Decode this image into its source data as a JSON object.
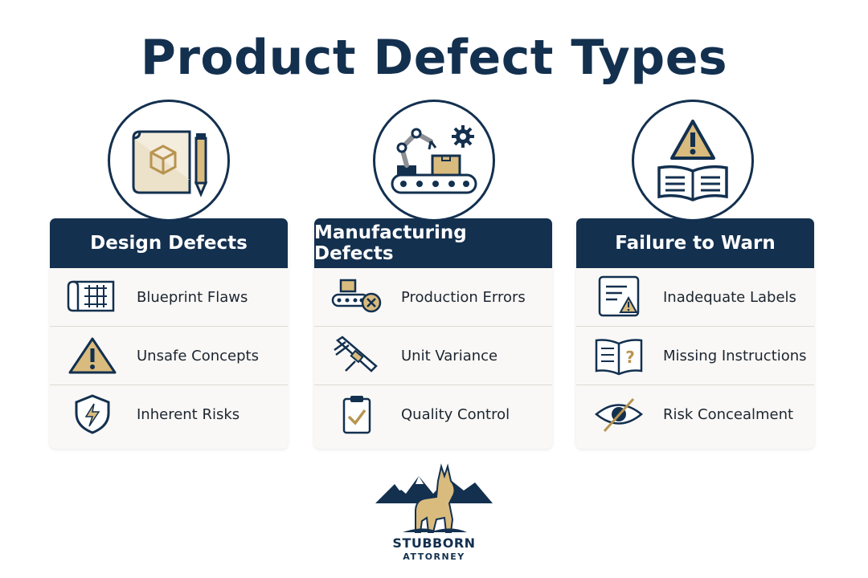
{
  "title": "Product Defect Types",
  "colors": {
    "navy": "#13304f",
    "gold": "#d9bb7d",
    "card_bg": "#f9f8f6"
  },
  "columns": [
    {
      "header": "Design Defects",
      "main_icon": "blueprint-pencil-icon",
      "items": [
        {
          "label": "Blueprint Flaws",
          "icon": "blueprint-icon"
        },
        {
          "label": "Unsafe Concepts",
          "icon": "warning-icon"
        },
        {
          "label": "Inherent Risks",
          "icon": "shield-lightning-icon"
        }
      ]
    },
    {
      "header": "Manufacturing Defects",
      "main_icon": "robot-arm-conveyor-icon",
      "items": [
        {
          "label": "Production Errors",
          "icon": "conveyor-error-icon"
        },
        {
          "label": "Unit Variance",
          "icon": "caliper-icon"
        },
        {
          "label": "Quality Control",
          "icon": "clipboard-check-icon"
        }
      ]
    },
    {
      "header": "Failure to Warn",
      "main_icon": "warning-book-icon",
      "items": [
        {
          "label": "Inadequate Labels",
          "icon": "label-warning-icon"
        },
        {
          "label": "Missing Instructions",
          "icon": "book-question-icon"
        },
        {
          "label": "Risk Concealment",
          "icon": "eye-slash-icon"
        }
      ]
    }
  ],
  "logo": {
    "line1": "STUBBORN",
    "line2": "ATTORNEY",
    "icon": "donkey-mountains-icon"
  }
}
